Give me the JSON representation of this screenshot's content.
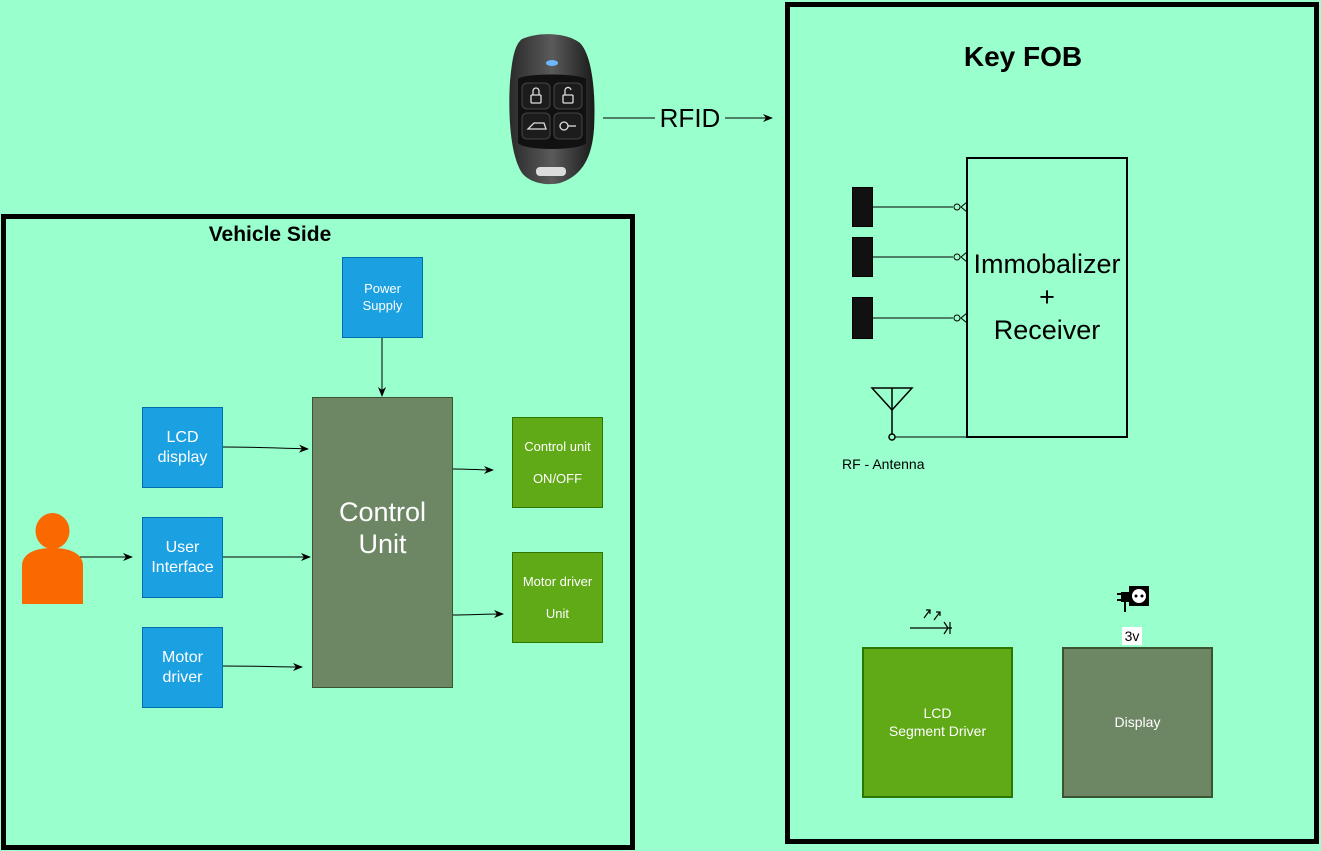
{
  "rfid_label": "RFID",
  "key_fob": {
    "title": "Key FOB",
    "receiver_label": "Immobalizer\n+\nReceiver",
    "antenna_label": "RF - Antenna",
    "lcd_driver_label": "LCD\nSegment Driver",
    "display_label": "Display",
    "voltage_label": "3v"
  },
  "vehicle_side": {
    "title": "Vehicle Side",
    "power_supply_label": "Power\nSupply",
    "lcd_display_label": "LCD\ndisplay",
    "user_interface_label": "User\nInterface",
    "motor_driver_label": "Motor\ndriver",
    "control_unit_label": "Control\nUnit",
    "control_onoff_label": "Control unit\n\nON/OFF",
    "motor_driver_unit_label": "Motor driver\n\nUnit"
  },
  "colors": {
    "background": "#99ffcc",
    "blue_block": "#1ba1e2",
    "green_block": "#60a917",
    "olive_block": "#6d8764",
    "user_figure": "#fa6800"
  }
}
